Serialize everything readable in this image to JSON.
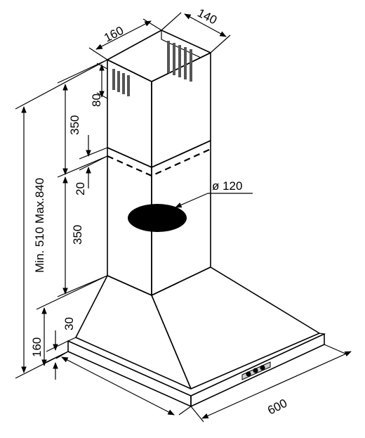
{
  "diagram": {
    "labels": {
      "chimney_width": "160",
      "chimney_depth": "140",
      "vent_slot_height": "80",
      "upper_chimney": "350",
      "overlap": "20",
      "lower_chimney": "350",
      "total_height": "Min. 510 Max.840",
      "canopy_height": "160",
      "base_rim": "30",
      "outlet_diameter": "ø 120",
      "hood_width": "600"
    },
    "colors": {
      "stainless": "#e9e9e9",
      "stainless_dark": "#d6d6d6",
      "outlet": "#000000",
      "line": "#000000"
    },
    "icons": [
      "control-buttons-icon",
      "vent-slots-icon"
    ]
  }
}
